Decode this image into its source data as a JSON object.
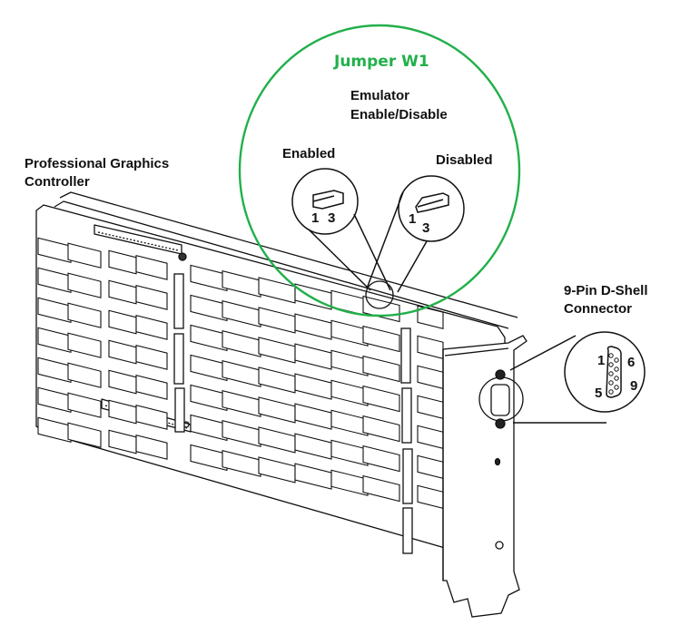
{
  "highlight": {
    "title": "Jumper W1",
    "color": "#22b04b"
  },
  "labels": {
    "board": [
      "Professional Graphics",
      "Controller"
    ],
    "jumper_desc": [
      "Emulator",
      "Enable/Disable"
    ],
    "enabled": "Enabled",
    "disabled": "Disabled",
    "connector": [
      "9-Pin D-Shell",
      "Connector"
    ]
  },
  "jumper_pins": {
    "enabled": [
      "1",
      "3"
    ],
    "disabled": [
      "1",
      "3"
    ]
  },
  "connector_pins": {
    "top_left": "1",
    "top_right": "6",
    "bottom_left": "5",
    "bottom_right": "9"
  }
}
